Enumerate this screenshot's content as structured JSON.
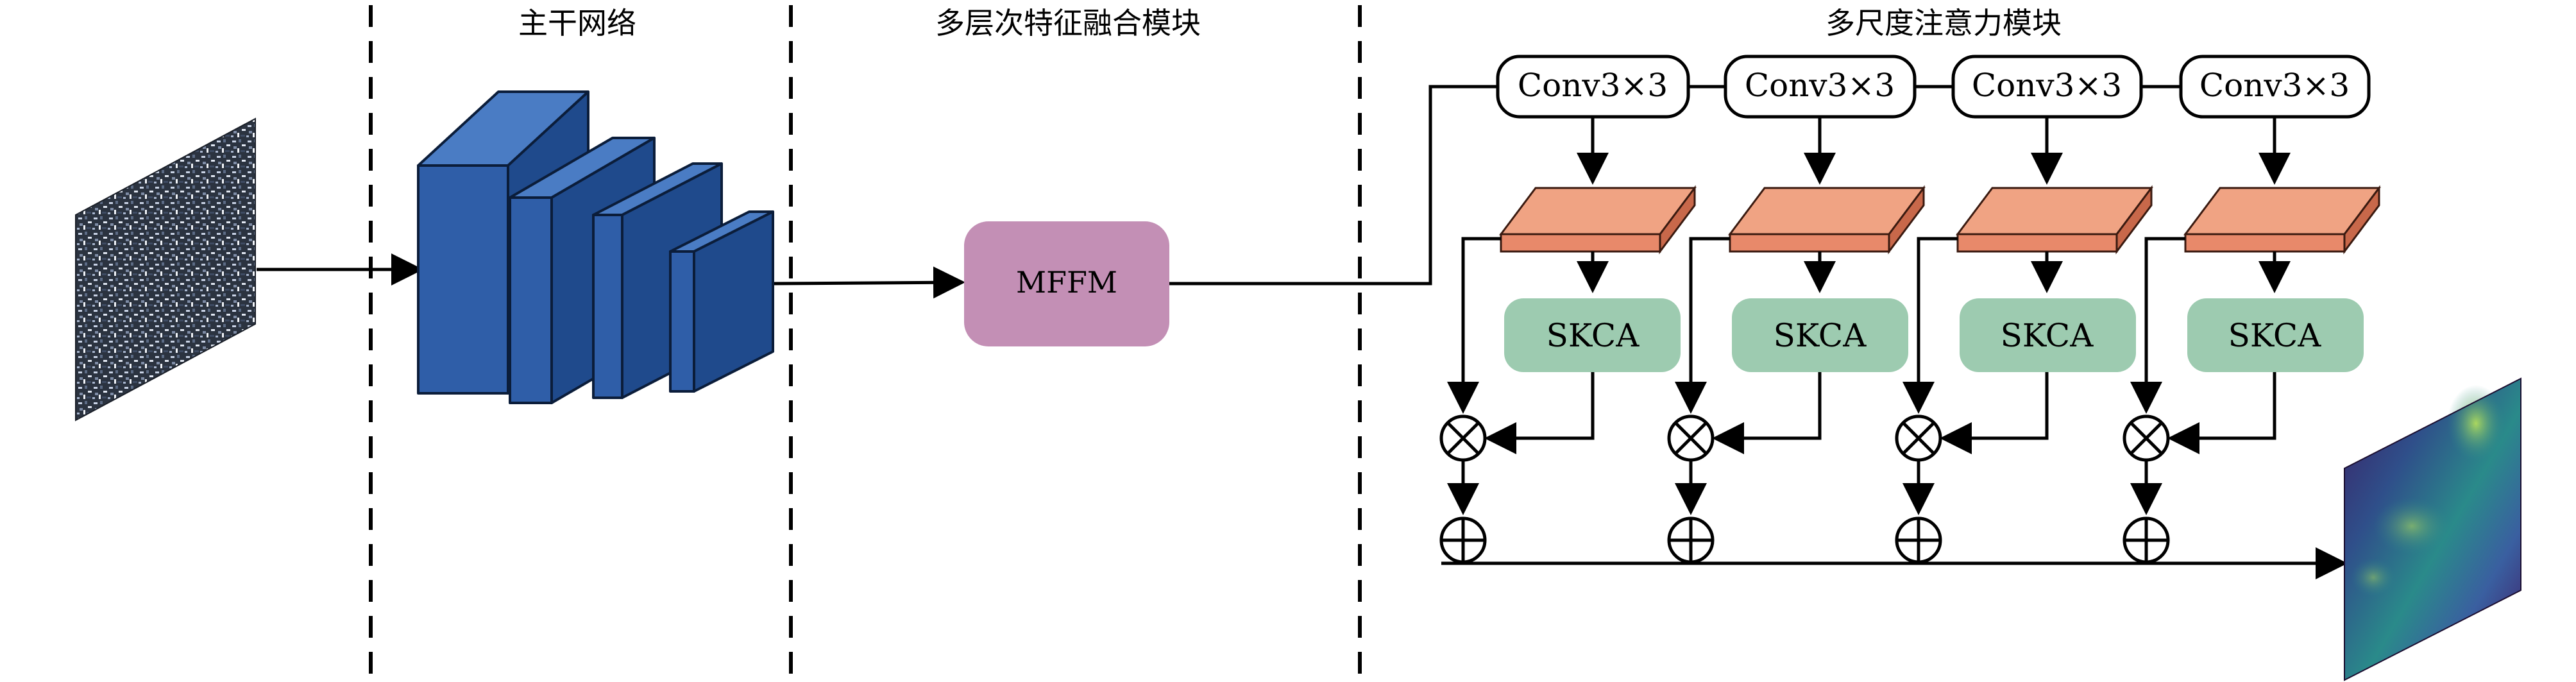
{
  "sections": {
    "backbone": "主干网络",
    "mffm_section": "多层次特征融合模块",
    "attention_section": "多尺度注意力模块"
  },
  "mffm_label": "MFFM",
  "branches": [
    {
      "conv_label": "Conv3×3",
      "skca_label": "SKCA"
    },
    {
      "conv_label": "Conv3×3",
      "skca_label": "SKCA"
    },
    {
      "conv_label": "Conv3×3",
      "skca_label": "SKCA"
    },
    {
      "conv_label": "Conv3×3",
      "skca_label": "SKCA"
    }
  ],
  "colors": {
    "backbone_block": "#2f5ea8",
    "mffm_box": "#c38fb5",
    "feature_slab": "#e8896a",
    "skca_box": "#9dcbb0",
    "line": "#000000"
  },
  "symbols": {
    "multiply": "⊗",
    "add": "⊕"
  }
}
